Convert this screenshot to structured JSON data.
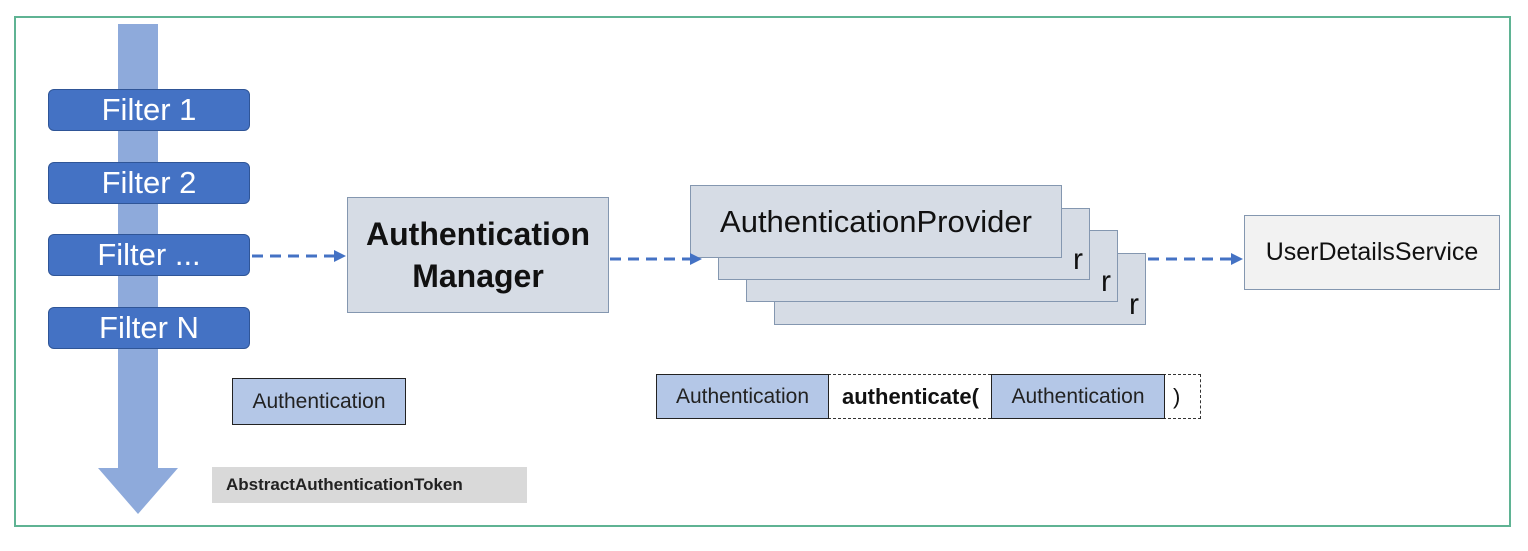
{
  "filters": {
    "f1": "Filter 1",
    "f2": "Filter 2",
    "f3": "Filter ...",
    "f4": "Filter N"
  },
  "manager": {
    "line1": "Authentication",
    "line2": "Manager"
  },
  "provider": {
    "label": "AuthenticationProvider",
    "tail": "r"
  },
  "user_details_service": "UserDetailsService",
  "authentication_object": "Authentication",
  "method": {
    "return_type": "Authentication",
    "name": "authenticate(",
    "param_type": "Authentication",
    "close": ")"
  },
  "token": "AbstractAuthenticationToken",
  "colors": {
    "filter": "#4472c4",
    "flow_arrow": "#8eaadb",
    "box_fill": "#d6dce5",
    "auth_fill": "#b4c7e7",
    "dashed_arrow": "#4472c4",
    "frame": "#5fb393"
  }
}
